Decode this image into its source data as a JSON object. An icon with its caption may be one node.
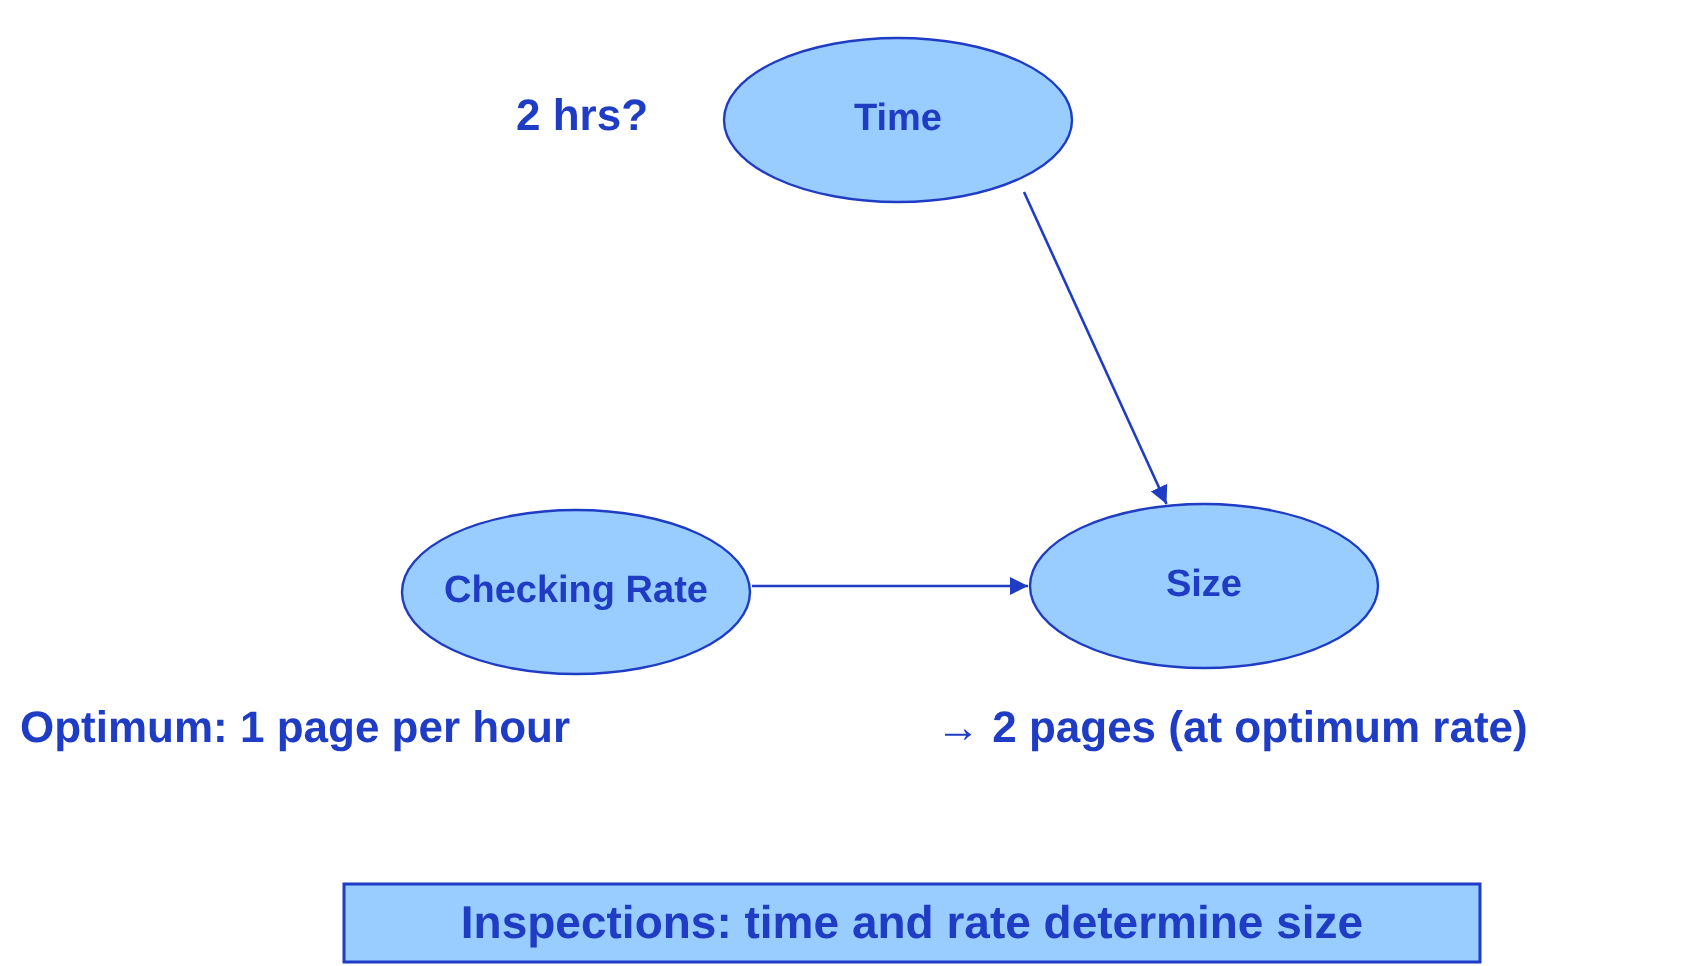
{
  "diagram": {
    "nodes": [
      {
        "text": [
          "Time"
        ],
        "beside": [
          "2 hrs?"
        ]
      },
      {
        "text": [
          "Checking Rate"
        ],
        "beside": [
          "Optimum: 1 page per hour"
        ]
      },
      {
        "text": [
          "Size"
        ],
        "beside": [
          "→ 2 pages (at optimum rate)"
        ]
      },
      {
        "text": [
          "Inspections: time and rate determine size"
        ]
      }
    ],
    "edges": [
      {
        "from": 0,
        "to": 2,
        "arrow": "to"
      },
      {
        "from": 1,
        "to": 2,
        "arrow": "to"
      }
    ]
  }
}
